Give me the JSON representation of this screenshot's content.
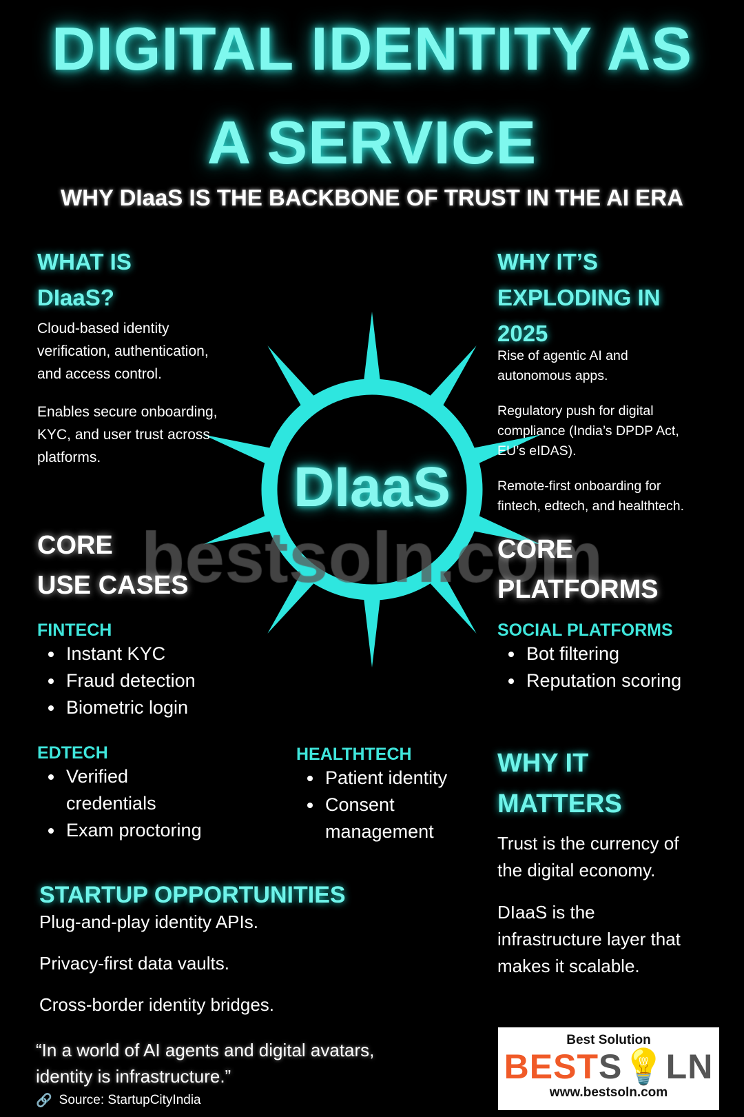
{
  "title": {
    "line1": "DIGITAL IDENTITY AS",
    "line2": "A SERVICE"
  },
  "subtitle": "WHY DIaaS IS THE BACKBONE OF TRUST IN THE AI ERA",
  "center_label": "DIaaS",
  "watermark": "bestsoln.com",
  "what_is": {
    "heading1": "WHAT IS",
    "heading2": "DIaaS?",
    "p1": [
      "Cloud-based identity",
      "verification, authentication,",
      "and access control."
    ],
    "p2": [
      "Enables secure onboarding,",
      "KYC, and user trust across",
      "platforms."
    ]
  },
  "why_exploding": {
    "h1": "WHY IT’S",
    "h2": "EXPLODING IN",
    "h3": "2025",
    "items": [
      [
        "Rise of agentic AI and",
        "autonomous apps."
      ],
      [
        "Regulatory push for digital",
        "compliance (India’s DPDP Act,",
        "EU’s eIDAS)."
      ],
      [
        "Remote-first onboarding for",
        "fintech, edtech, and healthtech."
      ]
    ]
  },
  "core_use_cases": {
    "h1": "CORE",
    "h2": "USE CASES",
    "fintech": {
      "label": "FINTECH",
      "items": [
        "Instant KYC",
        "Fraud detection",
        "Biometric login"
      ]
    },
    "edtech": {
      "label": "EDTECH",
      "items": [
        "Verified",
        "credentials",
        "Exam proctoring"
      ]
    },
    "healthtech": {
      "label": "HEALTHTECH",
      "items": [
        "Patient identity",
        "Consent",
        "management"
      ]
    }
  },
  "core_platforms": {
    "h1": "CORE",
    "h2": "PLATFORMS",
    "social": {
      "label": "SOCIAL PLATFORMS",
      "items": [
        "Bot filtering",
        "Reputation scoring"
      ]
    }
  },
  "why_matters": {
    "h1": "WHY IT",
    "h2": "MATTERS",
    "p1": [
      "Trust is the currency of",
      "the digital economy."
    ],
    "p2": [
      "DIaaS is the",
      "infrastructure layer that",
      "makes it scalable."
    ]
  },
  "startup": {
    "heading": "STARTUP OPPORTUNITIES",
    "items": [
      "Plug-and-play identity APIs.",
      "Privacy-first data vaults.",
      "Cross-border identity bridges."
    ]
  },
  "quote": {
    "line1": "“In a world of AI agents and digital avatars,",
    "line2": "identity is infrastructure.”",
    "source": "Source: StartupCityIndia"
  },
  "logo": {
    "top": "Best Solution",
    "brand_a": "BEST",
    "brand_b": "S",
    "brand_c": "LN",
    "url": "www.bestsoln.com"
  },
  "colors": {
    "accent": "#2ee6df",
    "glow": "#7ff8ee",
    "logo_orange": "#f05a28",
    "logo_gray": "#555555"
  }
}
